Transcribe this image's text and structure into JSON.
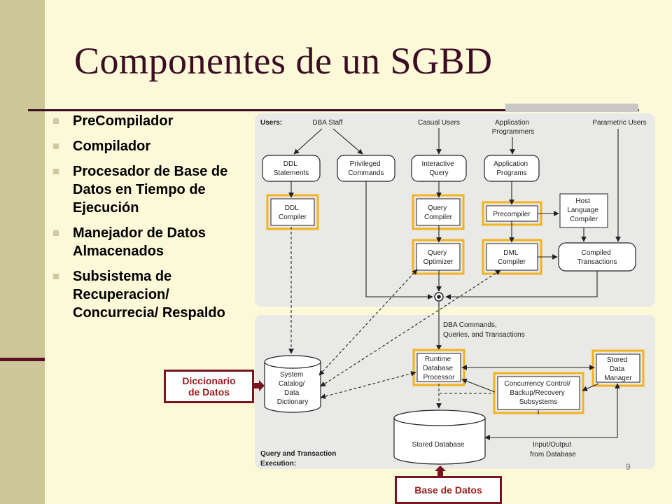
{
  "slide": {
    "title": "Componentes de un SGBD",
    "page_number": "9",
    "bullets": [
      {
        "label": "PreCompilador"
      },
      {
        "label": "Compilador"
      },
      {
        "label": "Procesador de Base de Datos en Tiempo de Ejecución"
      },
      {
        "label": "Manejador de Datos Almacenados"
      },
      {
        "label": "Subsistema de Recuperacion/ Concurrecia/ Respaldo"
      }
    ],
    "callouts": {
      "dictionary": [
        "Diccionario",
        "de Datos"
      ],
      "database": "Base de Datos"
    }
  },
  "diagram": {
    "users_label": "Users:",
    "dba_staff": "DBA Staff",
    "casual_users": "Casual Users",
    "app_programmers": [
      "Application",
      "Programmers"
    ],
    "parametric_users": "Parametric Users",
    "ddl_statements": [
      "DDL",
      "Statements"
    ],
    "privileged_commands": [
      "Privileged",
      "Commands"
    ],
    "interactive_query": [
      "Interactive",
      "Query"
    ],
    "application_programs": [
      "Application",
      "Programs"
    ],
    "ddl_compiler": [
      "DDL",
      "Compiler"
    ],
    "query_compiler": [
      "Query",
      "Compiler"
    ],
    "precompiler": "Precompiler",
    "host_language_compiler": [
      "Host",
      "Language",
      "Compiler"
    ],
    "query_optimizer": [
      "Query",
      "Optimizer"
    ],
    "dml_compiler": [
      "DML",
      "Compiler"
    ],
    "compiled_transactions": [
      "Compiled",
      "Transactions"
    ],
    "dba_commands": [
      "DBA Commands,",
      "Queries, and Transactions"
    ],
    "system_catalog": [
      "System",
      "Catalog/",
      "Data",
      "Dictionary"
    ],
    "runtime_processor": [
      "Runtime",
      "Database",
      "Processor"
    ],
    "stored_data_manager": [
      "Stored",
      "Data",
      "Manager"
    ],
    "concurrency_control": [
      "Concurrency Control/",
      "Backup/Recovery",
      "Subsystems"
    ],
    "stored_database": "Stored Database",
    "input_output": [
      "Input/Output",
      "from Database"
    ],
    "execution_label": [
      "Query and Transaction",
      "Execution:"
    ]
  },
  "colors": {
    "highlight": "#f2b31b",
    "title": "#3b0c24",
    "accent": "#7a1220",
    "panel": "#e9e9e7"
  }
}
